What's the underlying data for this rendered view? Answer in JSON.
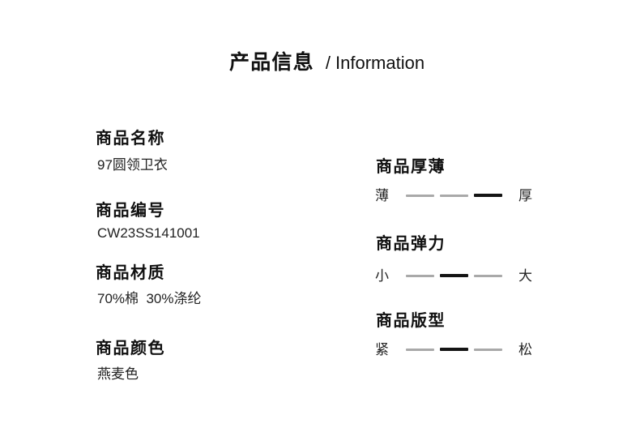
{
  "header": {
    "title_cn": "产品信息",
    "title_en": "/ Information"
  },
  "product_fields": [
    {
      "label": "商品名称",
      "value": "97圆领卫衣"
    },
    {
      "label": "商品编号",
      "value": "CW23SS141001"
    },
    {
      "label": "商品材质",
      "value": "70%棉  30%涤纶"
    },
    {
      "label": "商品颜色",
      "value": "燕麦色"
    }
  ],
  "attribute_scales": [
    {
      "label": "商品厚薄",
      "min_label": "薄",
      "max_label": "厚",
      "segments": 3,
      "active_segment": 3
    },
    {
      "label": "商品弹力",
      "min_label": "小",
      "max_label": "大",
      "segments": 3,
      "active_segment": 2
    },
    {
      "label": "商品版型",
      "min_label": "紧",
      "max_label": "松",
      "segments": 3,
      "active_segment": 2
    }
  ],
  "colors": {
    "heading_text": "#111111",
    "value_text": "#222222",
    "dash_inactive": "#a9a9a9",
    "dash_active": "#141414",
    "background": "#ffffff"
  }
}
